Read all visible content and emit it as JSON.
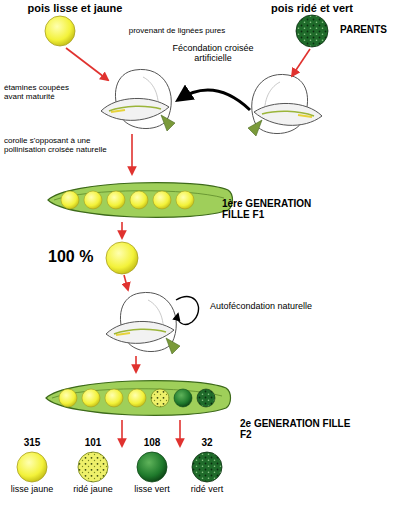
{
  "diagram": {
    "labels": [
      "pois lisse et jaune",
      "pois ridé et vert",
      "provenant de lignées pures",
      "PARENTS",
      "Fécondation croisée artificielle",
      "étamines coupées avant maturité",
      "corolle s'opposant à une pollinisation croisée naturelle",
      "1ère GENERATION FILLE F1",
      "100 %",
      "Autofécondation naturelle",
      "2e GENERATION FILLE F2",
      "315",
      "101",
      "108",
      "32",
      "lisse jaune",
      "ridé jaune",
      "lisse vert",
      "ridé vert"
    ]
  }
}
